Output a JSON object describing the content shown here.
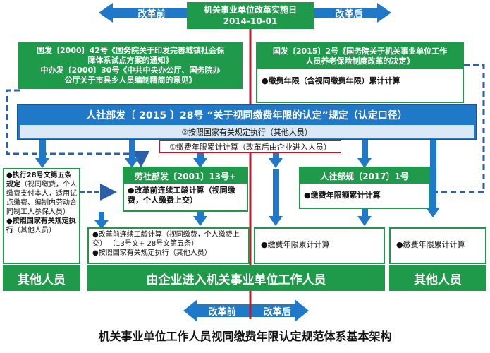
{
  "top": {
    "left_label": "改革前",
    "right_label": "改革后",
    "title_line1": "机关事业单位改革实施日",
    "title_line2": "2014-10-01"
  },
  "left_green_box": {
    "line1": "国发〔2000〕42号《国务院关于印发完善城镇社会保",
    "line2": "障体系试点方案的通知》",
    "line3": "中办发〔2000〕30号《中共中央办公厅、国务院办",
    "line4": "公厅关于市县乡人员编制精简的意见》"
  },
  "right_green_box": {
    "title_line1": "国发〔2015〕2号《国务院关于机关事业单位工作",
    "title_line2": "人员养老保险制度改革的决定》",
    "bullet": "●缴费年限（含视同缴费年限）累计计算"
  },
  "blue_banner": {
    "title": "人社部发〔 2015 〕28号 “关于视同缴费年限的认定”规定（认定口径）",
    "rule2": "②按照国家有关规定执行（其他人员）",
    "rule1": "①缴费年限累计计算（改革后由企业进入人员）"
  },
  "mid_left_box": {
    "title": "劳社部发〔2001〕13号+",
    "body": "●改革前连续工龄计算（视同缴费，个人缴费上交）"
  },
  "mid_right_box": {
    "title": "人社部规〔2017〕1号",
    "body": "●缴费年限额累计计算"
  },
  "left_side_box": {
    "b1": "●执行28号文第五条规定",
    "b1_rest": "（视同缴费，个人缴费支付本人，适用试点缴费、编制内劳动合同制工人参保人员）",
    "b2": "●按照国家有关规定执行",
    "b2_rest": "（其他人员）"
  },
  "bottom_mid_left_box": {
    "line1": "●改革前连续工龄计算（视同缴费，个人缴费上交） （13号文+ 28号文第五条）",
    "line2": "●按照国家有关规定执行（其他人员）"
  },
  "bottom_mid_right_box": {
    "text": "●缴费年限累计计算"
  },
  "bottom_right_box": {
    "text": "●缴费年限累计计算"
  },
  "bottom_labels": {
    "left": "其他人员",
    "middle": "由企业进入机关事业单位工作人员",
    "right": "其他人员"
  },
  "bottom_arrow": {
    "left_label": "改革前",
    "right_label": "改革后"
  },
  "caption": "机关事业单位工作人员视同缴费年限认定规范体系基本架构",
  "colors": {
    "green": "#1f9a4a",
    "blue": "#1f78c8",
    "red": "#c0182a",
    "dash": "#2b5fa8"
  }
}
